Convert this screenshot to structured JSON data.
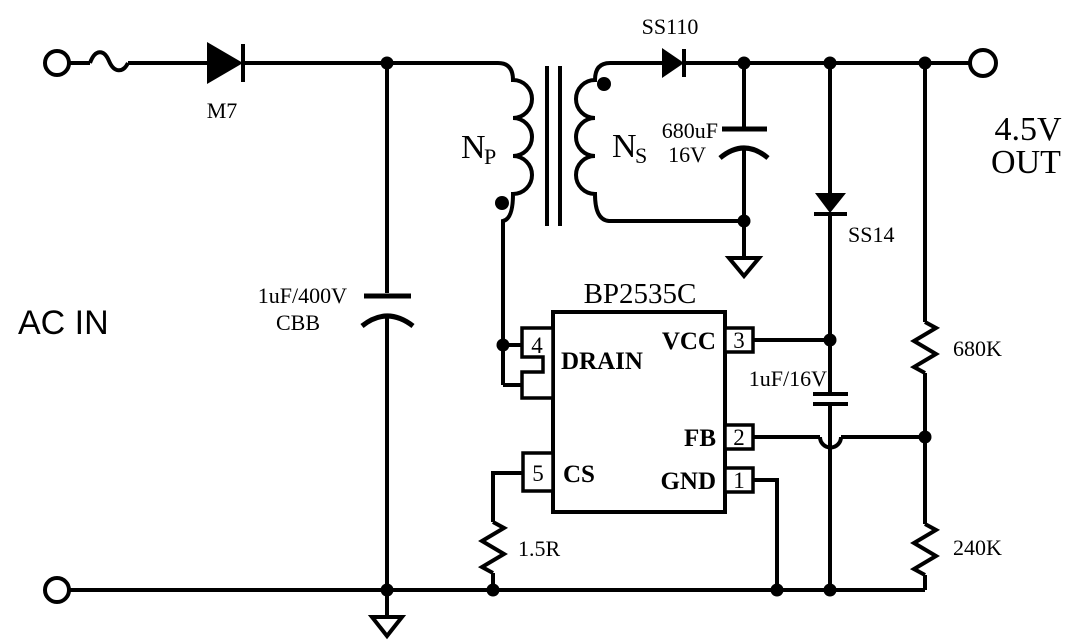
{
  "labels": {
    "ac_in": "AC IN",
    "out_voltage": "4.5V",
    "out_word": "OUT",
    "rectifier_diode": "M7",
    "input_cap_value": "1uF/400V",
    "input_cap_type": "CBB",
    "primary_winding": "N",
    "primary_winding_sub": "P",
    "secondary_winding": "N",
    "secondary_winding_sub": "S",
    "output_diode": "SS110",
    "output_cap_value": "680uF",
    "output_cap_voltage": "16V",
    "vcc_diode": "SS14",
    "vcc_cap_value": "1uF/16V",
    "fb_upper_resistor": "680K",
    "fb_lower_resistor": "240K",
    "cs_resistor": "1.5R"
  },
  "ic": {
    "part_number": "BP2535C",
    "pins": [
      {
        "number": "4",
        "name": "DRAIN"
      },
      {
        "number": "3",
        "name": "VCC"
      },
      {
        "number": "2",
        "name": "FB"
      },
      {
        "number": "1",
        "name": "GND"
      },
      {
        "number": "5",
        "name": "CS"
      }
    ]
  },
  "colors": {
    "line": "#000000",
    "background": "#ffffff"
  }
}
